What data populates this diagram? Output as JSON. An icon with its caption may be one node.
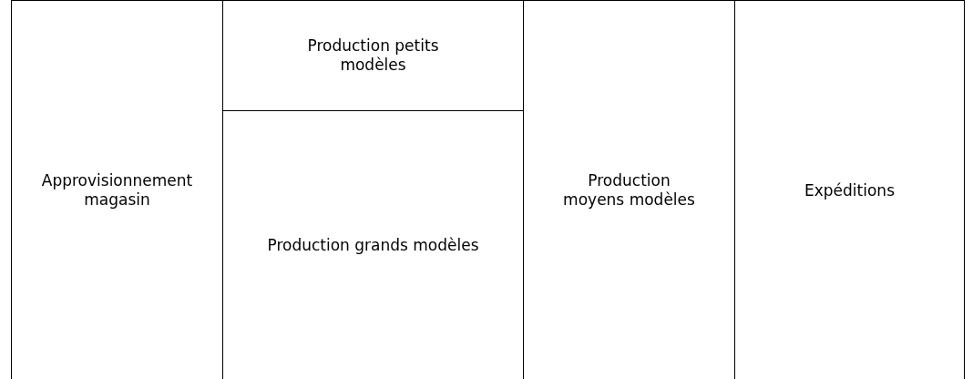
{
  "diagram": {
    "nodes": [
      {
        "text": [
          "Approvisionnement magasin"
        ]
      },
      {
        "text": [
          "Production petits modèles"
        ]
      },
      {
        "text": [
          "Production grands modèles"
        ]
      },
      {
        "text": [
          "Production moyens modèles"
        ]
      },
      {
        "text": [
          "Expéditions"
        ]
      }
    ]
  }
}
